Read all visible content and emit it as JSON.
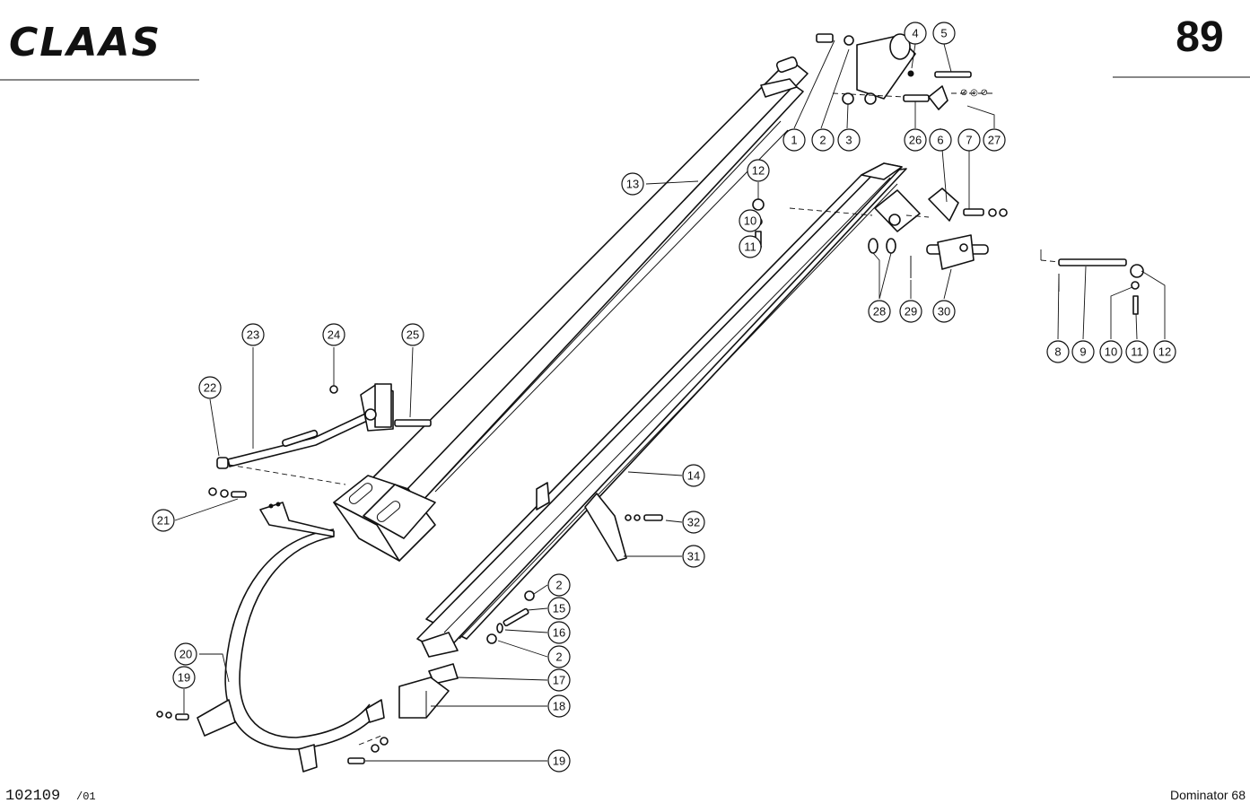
{
  "header": {
    "brand": "CLAAS",
    "page_number": "89"
  },
  "footer": {
    "drawing_number": "102109",
    "drawing_revision": "/01",
    "model": "Dominator 68"
  },
  "callouts": [
    {
      "label": "1"
    },
    {
      "label": "2"
    },
    {
      "label": "3"
    },
    {
      "label": "4"
    },
    {
      "label": "5"
    },
    {
      "label": "26"
    },
    {
      "label": "6"
    },
    {
      "label": "7"
    },
    {
      "label": "27"
    },
    {
      "label": "13"
    },
    {
      "label": "12"
    },
    {
      "label": "10"
    },
    {
      "label": "11"
    },
    {
      "label": "28"
    },
    {
      "label": "29"
    },
    {
      "label": "30"
    },
    {
      "label": "8"
    },
    {
      "label": "9"
    },
    {
      "label": "10"
    },
    {
      "label": "11"
    },
    {
      "label": "12"
    },
    {
      "label": "23"
    },
    {
      "label": "24"
    },
    {
      "label": "25"
    },
    {
      "label": "22"
    },
    {
      "label": "21"
    },
    {
      "label": "14"
    },
    {
      "label": "32"
    },
    {
      "label": "31"
    },
    {
      "label": "2"
    },
    {
      "label": "15"
    },
    {
      "label": "16"
    },
    {
      "label": "2"
    },
    {
      "label": "20"
    },
    {
      "label": "17"
    },
    {
      "label": "19"
    },
    {
      "label": "18"
    },
    {
      "label": "19"
    }
  ]
}
